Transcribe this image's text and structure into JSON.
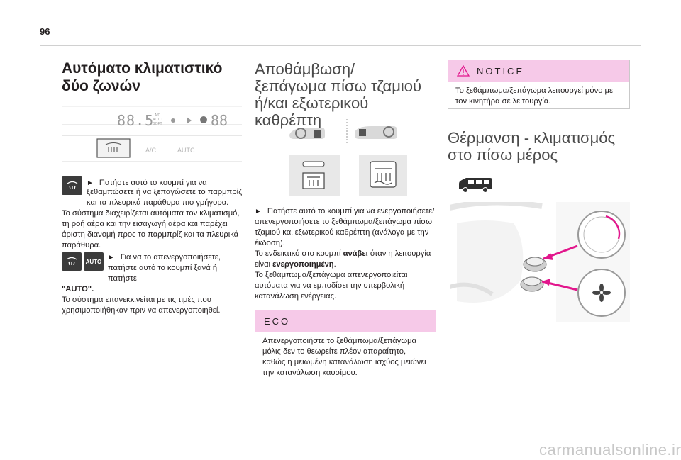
{
  "page": {
    "number": "96"
  },
  "col1": {
    "title": "Αυτόματο κλιματιστικό δύο ζωνών",
    "panel": {
      "display_left": "88.5",
      "display_right": "88",
      "auto_label": "AUTO",
      "ac_label": "A/C",
      "auto_btn_label": "AUTC",
      "auto_small_a": "A/C",
      "auto_small_b": "AUTO",
      "auto_small_c": "SOFT"
    },
    "line1": "Πατήστε αυτό το κουμπί για να",
    "para1_rest": "ξεθαμπώσετε ή να ξεπαγώσετε το παρμπρίζ και τα πλευρικά παράθυρα πιο γρήγορα.",
    "para2": "Το σύστημα διαχειρίζεται αυτόματα τον κλιματισμό, τη ροή αέρα και την εισαγωγή αέρα και παρέχει άριστη διανομή προς το παρμπρίζ και τα πλευρικά παράθυρα.",
    "auto_icon": "AUTO",
    "line2": "Για να το απενεργοποιήσετε,",
    "line3": "πατήστε αυτό το κουμπί ξανά ή πατήστε",
    "auto_quote": "\"AUTO\".",
    "para3": "Το σύστημα επανεκκινείται με τις τιμές που χρησιμοποιήθηκαν πριν να απενεργοποιηθεί."
  },
  "col2": {
    "title": "Αποθάμβωση/ξεπάγωμα πίσω τζαμιού ή/και εξωτερικού καθρέπτη",
    "para1": "Πατήστε αυτό το κουμπί για να ενεργοποιήσετε/απενεργοποιήσετε το ξεθάμπωμα/ξεπάγωμα πίσω τζαμιού και εξωτερικού καθρέπτη (ανάλογα με την έκδοση).",
    "para2_a": "Το ενδεικτικό στο κουμπί ",
    "para2_b": "ανάβει",
    "para2_c": " όταν η λειτουργία είναι ",
    "para2_d": "ενεργοποιημένη",
    "para2_e": ".",
    "para3": "Το ξεθάμπωμα/ξεπάγωμα απενεργοποιείται αυτόματα για να εμποδίσει την υπερβολική κατανάλωση ενέργειας.",
    "eco": {
      "heading": "ECO",
      "text": "Απενεργοποιήστε το ξεθάμπωμα/ξεπάγωμα μόλις δεν το θεωρείτε πλέον απαραίτητο, καθώς η μειωμένη κατανάλωση ισχύος μειώνει την κατανάλωση καυσίμου."
    }
  },
  "col3": {
    "notice": {
      "heading": "NOTICE",
      "text": "Το ξεθάμπωμα/ξεπάγωμα λειτουργεί μόνο με τον κινητήρα σε λειτουργία."
    },
    "title": "Θέρμανση - κλιματισμός στο πίσω μέρος"
  },
  "colors": {
    "accent_pink": "#f6c9e8",
    "magenta": "#e2168c",
    "icon_dark": "#3b3b3b"
  },
  "footer": {
    "watermark": "carmanualsonline.info"
  }
}
